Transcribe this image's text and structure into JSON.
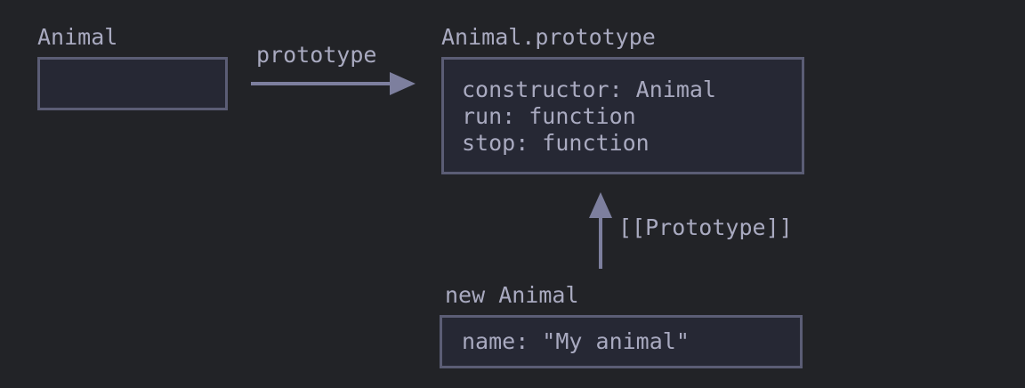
{
  "colors": {
    "background": "#222327",
    "box_fill": "#262834",
    "box_border": "#5b5d75",
    "text": "#a9aac0",
    "arrow": "#7d7f9e"
  },
  "animal": {
    "title": "Animal"
  },
  "prototype_link": {
    "label": "prototype"
  },
  "animal_prototype": {
    "title": "Animal.prototype",
    "properties": [
      "constructor: Animal",
      "run: function",
      "stop: function"
    ]
  },
  "proto_link": {
    "label": "[[Prototype]]"
  },
  "new_animal": {
    "title": "new Animal",
    "properties": [
      "name: \"My animal\""
    ]
  }
}
